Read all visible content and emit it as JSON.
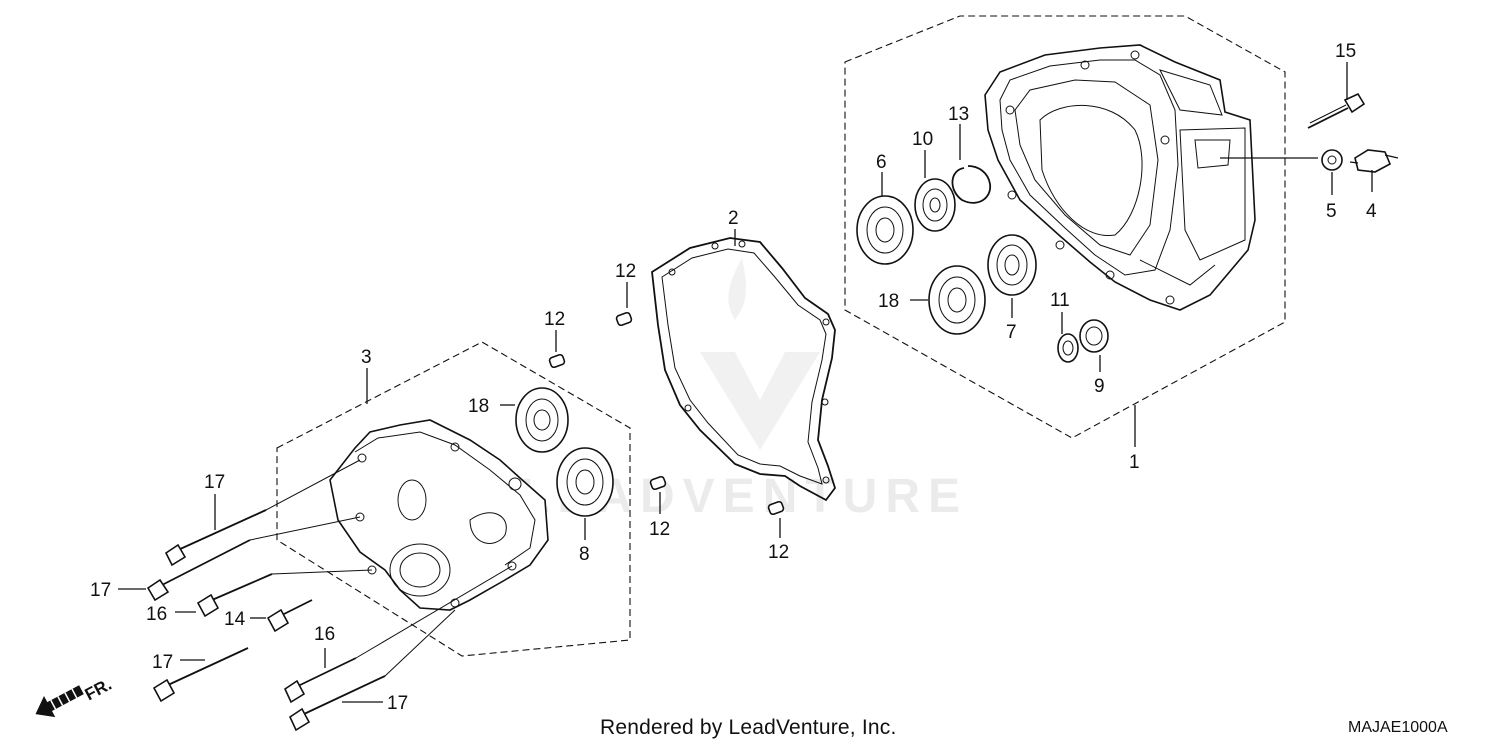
{
  "diagram": {
    "callouts": [
      "1",
      "2",
      "3",
      "4",
      "5",
      "6",
      "7",
      "8",
      "9",
      "10",
      "11",
      "12",
      "13",
      "14",
      "15",
      "16",
      "17",
      "18"
    ],
    "watermark": "LEADVENTURE",
    "direction_label": "FR.",
    "footer_credit": "Rendered by LeadVenture, Inc.",
    "diagram_code": "MAJAE1000A"
  }
}
